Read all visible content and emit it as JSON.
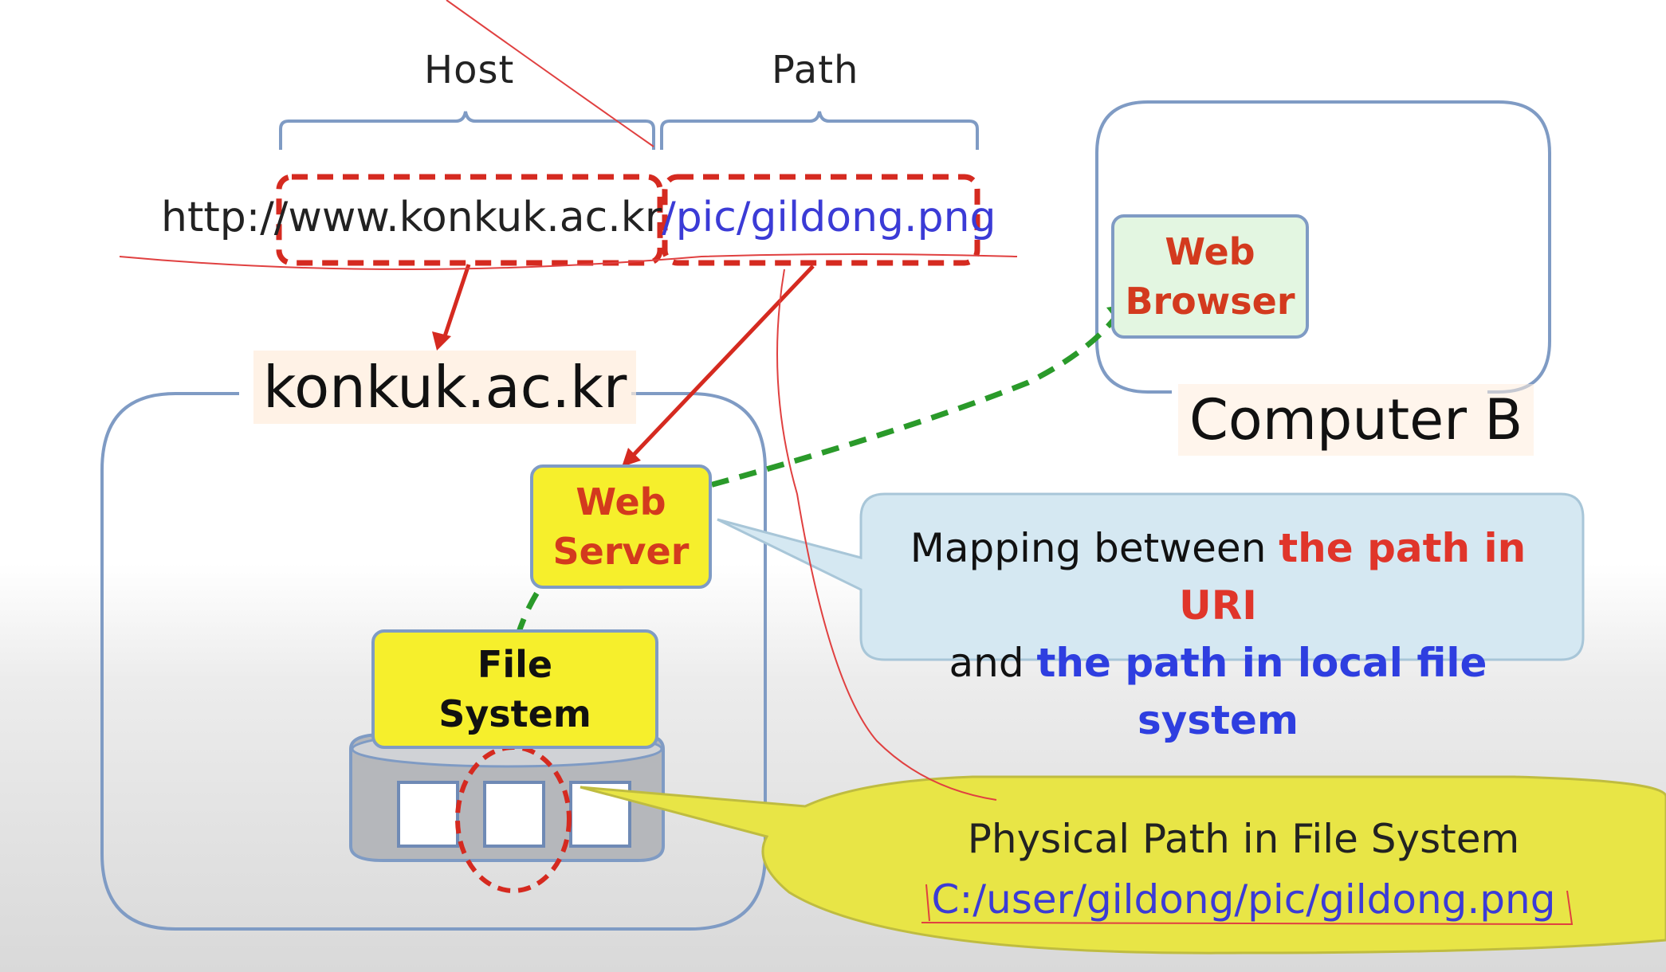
{
  "labels": {
    "host": "Host",
    "path": "Path"
  },
  "url": {
    "scheme": "http://",
    "host": "www.konkuk.ac.kr",
    "path": "/pic/gildong.png"
  },
  "server_computer": {
    "title": "konkuk.ac.kr",
    "web_server_line1": "Web",
    "web_server_line2": "Server",
    "file_system_line1": "File",
    "file_system_line2": "System"
  },
  "client_computer": {
    "title": "Computer B",
    "browser_line1": "Web",
    "browser_line2": "Browser"
  },
  "mapping_callout": {
    "prefix": "Mapping between ",
    "highlight1": "the path in URI",
    "middle": "and ",
    "highlight2": "the path in local file system"
  },
  "physical_callout": {
    "title": "Physical Path in File System",
    "path": "C:/user/gildong/pic/gildong.png"
  },
  "colors": {
    "box_border": "#7f9bc4",
    "server_box": "#f6ef2c",
    "browser_box": "#e3f6e1",
    "red_highlight": "#e0352a",
    "blue_highlight": "#2e3ee0",
    "green_dashed": "#2a9a2a"
  }
}
